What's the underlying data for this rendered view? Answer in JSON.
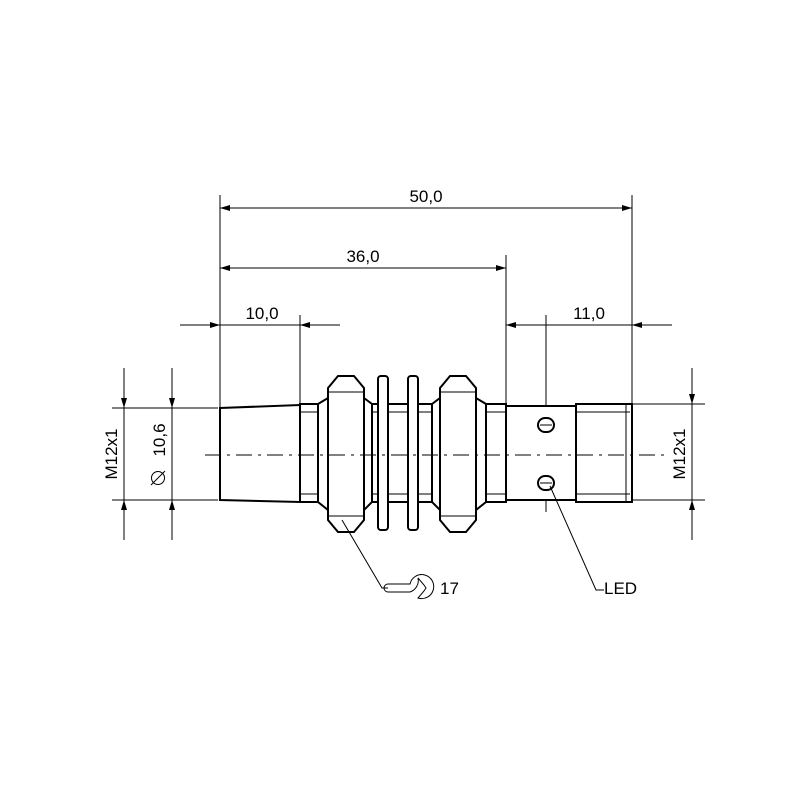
{
  "dimensions": {
    "overall_length": "50,0",
    "thread_length": "36,0",
    "sensing_face_length": "10,0",
    "connector_length": "11,0",
    "face_diameter_label": "10,6",
    "thread_left": "M12x1",
    "thread_right": "M12x1"
  },
  "callouts": {
    "wrench_size": "17",
    "led": "LED"
  },
  "icons": {
    "diameter": "diameter-symbol",
    "wrench": "wrench-icon"
  }
}
